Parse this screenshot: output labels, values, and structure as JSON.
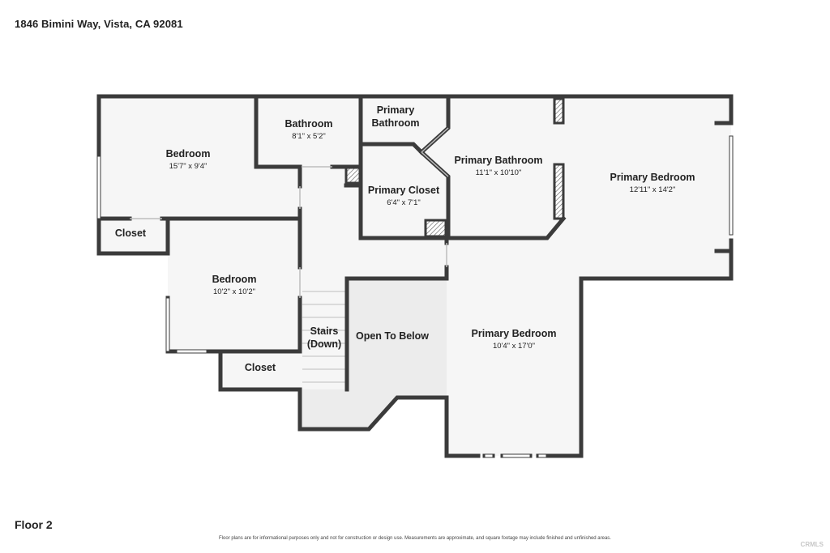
{
  "header": {
    "address": "1846 Bimini Way, Vista, CA 92081"
  },
  "floor_label": "Floor 2",
  "disclaimer": "Floor plans are for informational purposes only and not for construction or design use. Measurements are approximate, and square footage may include finished and unfinished areas.",
  "watermark": "CRMLS",
  "colors": {
    "wall": "#3b3b3b",
    "room_fill": "#f6f6f6",
    "open_fill": "#ececec",
    "background": "#ffffff"
  },
  "rooms": {
    "bedroom_nw": {
      "name": "Bedroom",
      "dims": "15'7\" x 9'4\""
    },
    "bathroom": {
      "name": "Bathroom",
      "dims": "8'1\" x 5'2\""
    },
    "primary_bathroom_small": {
      "name_line1": "Primary",
      "name_line2": "Bathroom"
    },
    "primary_closet": {
      "name": "Primary Closet",
      "dims": "6'4\" x 7'1\""
    },
    "primary_bathroom": {
      "name": "Primary Bathroom",
      "dims": "11'1\" x 10'10\""
    },
    "primary_bedroom_ne": {
      "name": "Primary Bedroom",
      "dims": "12'11\" x 14'2\""
    },
    "closet_w": {
      "name": "Closet"
    },
    "bedroom_sw": {
      "name": "Bedroom",
      "dims": "10'2\" x 10'2\""
    },
    "closet_s": {
      "name": "Closet"
    },
    "stairs": {
      "name_line1": "Stairs",
      "name_line2": "(Down)"
    },
    "open_to_below": {
      "name": "Open To Below"
    },
    "primary_bedroom_s": {
      "name": "Primary Bedroom",
      "dims": "10'4\" x 17'0\""
    }
  }
}
